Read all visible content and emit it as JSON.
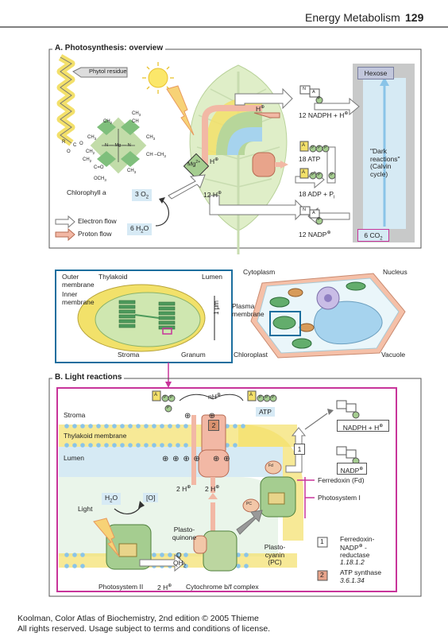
{
  "header": {
    "title": "Energy Metabolism",
    "page_number": "129"
  },
  "section_a": {
    "title": "A. Photosynthesis: overview",
    "phytol_residue": "Phytol residue",
    "chlorophyll_label": "Chlorophyll a",
    "mg": "Mg",
    "mg_charge": "2+",
    "hexose": "Hexose",
    "h_plus": "H",
    "nadph_h": "12 NADPH + H",
    "atp18": "18 ATP",
    "adp18_a": "18 ADP + P",
    "adp18_b": "i",
    "dark_reactions": "\"Dark reactions\" (Calvin cycle)",
    "o2_a": "3 O",
    "o2_b": "2",
    "h12": "12 H",
    "h2o_a": "6 H",
    "h2o_b": "2",
    "h2o_c": "O",
    "nadp12": "12 NADP",
    "co2_a": "6 CO",
    "co2_b": "2",
    "electron_flow": "Electron flow",
    "proton_flow": "Proton flow",
    "plus_symbol": "⊕",
    "struct": {
      "ch3_a": "CH",
      "three": "3",
      "ch": "CH",
      "two": "2",
      "ch2_ch3": "CH –CH",
      "n_mg_n": "N — Mg — N",
      "ch2_b": "CH",
      "c_o": "C=O",
      "och3": "OCH",
      "o": "O",
      "c": "C",
      "r": "R"
    },
    "nad_letters": {
      "n": "N",
      "a": "A",
      "p": "P"
    }
  },
  "inset": {
    "outer_membrane": "Outer membrane",
    "thylakoid": "Thylakoid",
    "lumen": "Lumen",
    "inner_membrane": "Inner membrane",
    "scale": "1 μm",
    "stroma": "Stroma",
    "granum": "Granum"
  },
  "cell": {
    "cytoplasm": "Cytoplasm",
    "nucleus": "Nucleus",
    "plasma_membrane": "Plasma membrane",
    "chloroplast": "Chloroplast",
    "vacuole": "Vacuole"
  },
  "section_b": {
    "title": "B. Light reactions",
    "stroma": "Stroma",
    "thylakoid_membrane": "Thylakoid membrane",
    "lumen": "Lumen",
    "nh": "nH",
    "atp": "ATP",
    "nadph_h": "NADPH + H",
    "nadp": "NADP",
    "box1": "1",
    "box2": "2",
    "ferredoxin": "Ferredoxin (Fd)",
    "photosystem_i": "Photosystem I",
    "h2o_a": "H",
    "h2o_b": "2",
    "h2o_c": "O",
    "o_bracket": "[O]",
    "two_h_a": "2 H",
    "two_h_b": "2 H",
    "two_h_c": "2 H",
    "light": "Light",
    "plastoquinone": "Plasto- quinone",
    "q": "Q",
    "qh2_a": "QH",
    "qh2_b": "2",
    "plastocyanin": "Plasto- cyanin (PC)",
    "photosystem_ii": "Photosystem II",
    "cytochrome": "Cytochrome b/f complex",
    "fnr_a": "Ferredoxin-",
    "fnr_b": "NADP",
    "fnr_c": " - reductase",
    "fnr_ec": "1.18.1.2",
    "atp_synthase": "ATP synthase",
    "atp_synthase_ec": "3.6.1.34",
    "fd": "Fd",
    "p": "P",
    "a": "A",
    "pc": "PC"
  },
  "footer": {
    "line1": "Koolman, Color Atlas of Biochemistry, 2nd edition © 2005 Thieme",
    "line2": "All rights reserved. Usage subject to terms and conditions of license."
  },
  "colors": {
    "leaf": "#dfeec8",
    "thylakoid_green": "#b7d69a",
    "membrane_yellow": "#f3e06a",
    "proton_pink": "#f2b8a5",
    "pink_frame": "#c8349a",
    "blue_bg": "#d6eaf4",
    "grey_panel": "#c8c9c9",
    "yellow_nuc": "#f6e64b",
    "green_dark": "#4e9b5c"
  }
}
